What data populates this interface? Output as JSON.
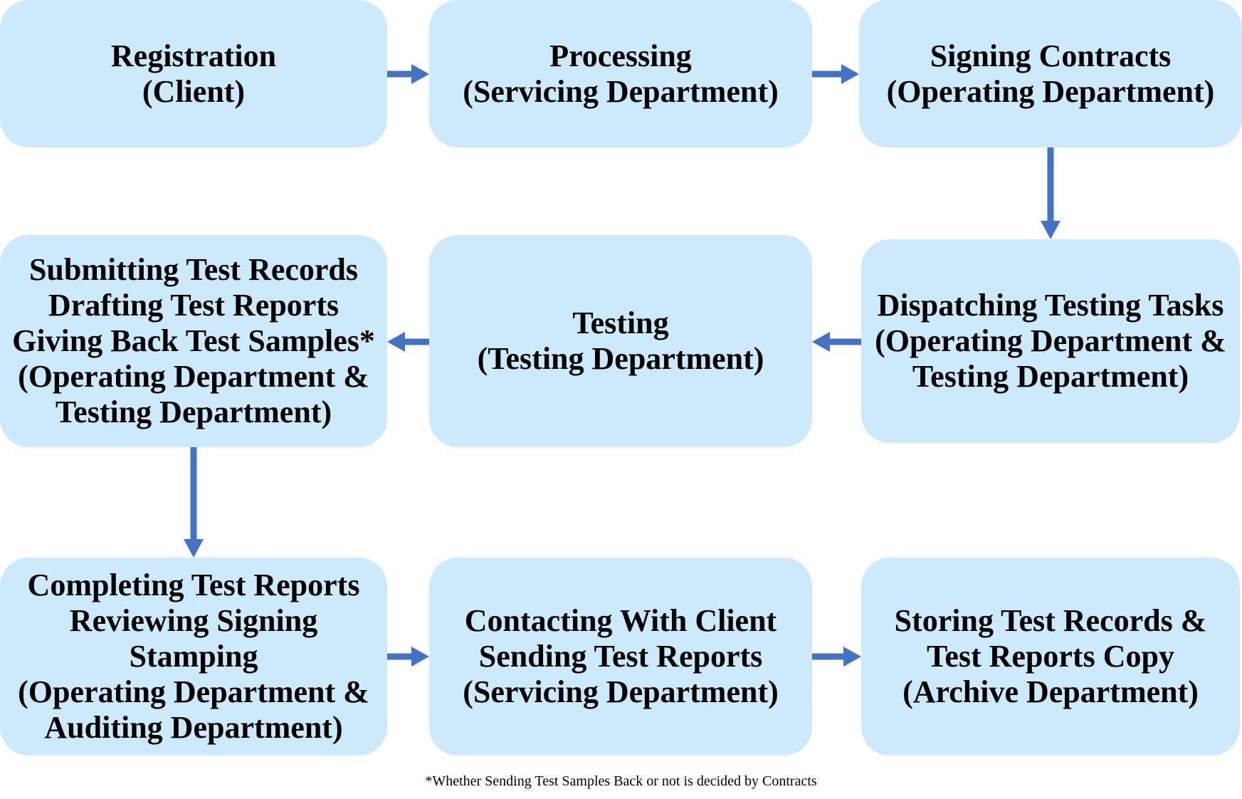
{
  "diagram": {
    "nodes": [
      {
        "id": "registration",
        "lines": [
          "Registration",
          "(Client)"
        ]
      },
      {
        "id": "processing",
        "lines": [
          "Processing",
          "(Servicing Department)"
        ]
      },
      {
        "id": "signing-contracts",
        "lines": [
          "Signing Contracts",
          "(Operating Department)"
        ]
      },
      {
        "id": "dispatching",
        "lines": [
          "Dispatching Testing Tasks",
          "(Operating Department &",
          "Testing Department)"
        ]
      },
      {
        "id": "testing",
        "lines": [
          "Testing",
          "(Testing Department)"
        ]
      },
      {
        "id": "submitting",
        "lines": [
          "Submitting Test Records",
          "Drafting Test Reports",
          "Giving Back Test Samples*",
          "(Operating Department &",
          "Testing Department)"
        ]
      },
      {
        "id": "completing",
        "lines": [
          "Completing Test Reports",
          "Reviewing Signing",
          "Stamping",
          "(Operating Department &",
          "Auditing Department)"
        ]
      },
      {
        "id": "contacting",
        "lines": [
          "Contacting With Client",
          "Sending Test Reports",
          "(Servicing Department)"
        ]
      },
      {
        "id": "storing",
        "lines": [
          "Storing Test Records &",
          "Test Reports Copy",
          "(Archive Department)"
        ]
      }
    ],
    "edges": [
      {
        "from": "registration",
        "to": "processing"
      },
      {
        "from": "processing",
        "to": "signing-contracts"
      },
      {
        "from": "signing-contracts",
        "to": "dispatching"
      },
      {
        "from": "dispatching",
        "to": "testing"
      },
      {
        "from": "testing",
        "to": "submitting"
      },
      {
        "from": "submitting",
        "to": "completing"
      },
      {
        "from": "completing",
        "to": "contacting"
      },
      {
        "from": "contacting",
        "to": "storing"
      }
    ],
    "arrow_color": "#4472c4",
    "box_color": "#cdeafc"
  },
  "footnote": "*Whether Sending Test Samples Back or not is decided by Contracts"
}
